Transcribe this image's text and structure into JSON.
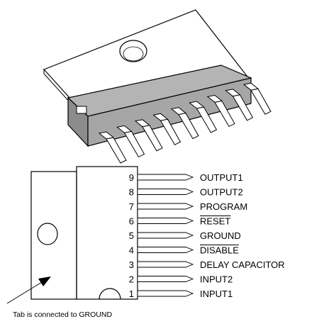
{
  "colors": {
    "ink": "#000000",
    "package_face": "#b4b4b4",
    "package_dark": "#8c8c8c",
    "background": "#ffffff"
  },
  "pins": [
    {
      "number": "9",
      "label": "OUTPUT1",
      "overline": false
    },
    {
      "number": "8",
      "label": "OUTPUT2",
      "overline": false
    },
    {
      "number": "7",
      "label": "PROGRAM",
      "overline": false
    },
    {
      "number": "6",
      "label": "RESET",
      "overline": true
    },
    {
      "number": "5",
      "label": "GROUND",
      "overline": false
    },
    {
      "number": "4",
      "label": "DISABLE",
      "overline": true
    },
    {
      "number": "3",
      "label": "DELAY CAPACITOR",
      "overline": false
    },
    {
      "number": "2",
      "label": "INPUT2",
      "overline": false
    },
    {
      "number": "1",
      "label": "INPUT1",
      "overline": false
    }
  ],
  "tab_note": "Tab is connected to GROUND"
}
